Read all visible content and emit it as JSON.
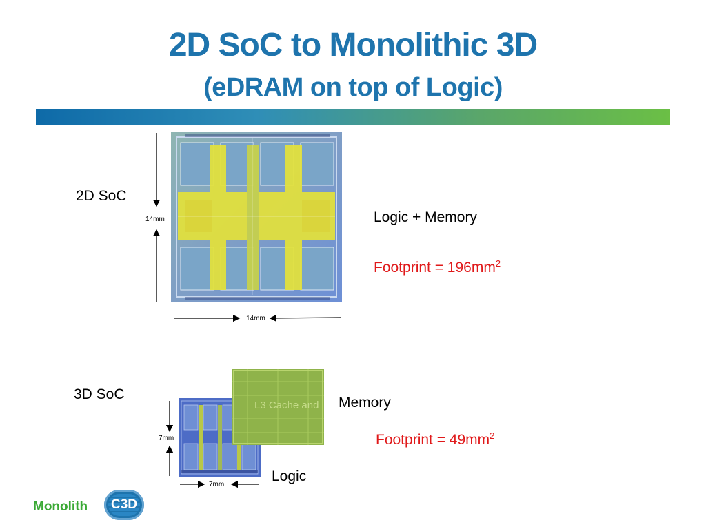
{
  "slide": {
    "title": "2D SoC to Monolithic 3D",
    "subtitle": "(eDRAM on top of Logic)"
  },
  "soc2d": {
    "label": "2D SoC",
    "height_dim": "14mm",
    "width_dim": "14mm",
    "desc": "Logic + Memory",
    "footprint_text": "Footprint = 196mm",
    "footprint_sup": "2"
  },
  "soc3d": {
    "label": "3D SoC",
    "height_dim": "7mm",
    "width_dim": "7mm",
    "memory_label": "Memory",
    "logic_label": "Logic",
    "footprint_text": "Footprint = 49mm",
    "footprint_sup": "2",
    "memory_die_text": "L3 Cache and"
  },
  "logo": {
    "word": "Monolith",
    "mark": "C3D"
  },
  "colors": {
    "title": "#1e74ad",
    "footprint": "#e0191a",
    "logo_green": "#3aa935",
    "logo_blue": "#1e74ad"
  }
}
